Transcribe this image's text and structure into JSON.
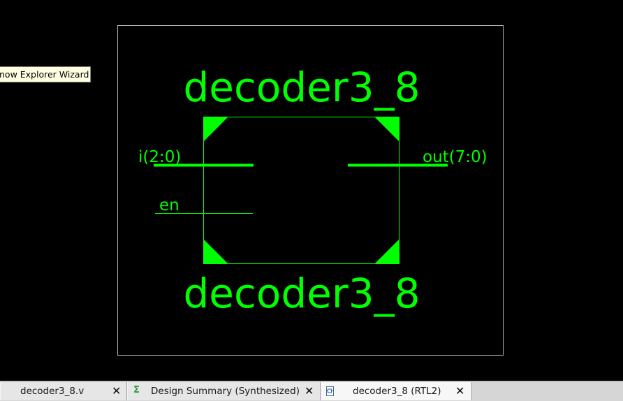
{
  "tooltip": {
    "text": "now Explorer Wizard"
  },
  "schematic": {
    "module_name_top": "decoder3_8",
    "module_name_bottom": "decoder3_8",
    "input_bus": "i(2:0)",
    "input_enable": "en",
    "output_bus": "out(7:0)",
    "colors": {
      "symbol": "#00ff00",
      "frame": "#b0b0b0",
      "background": "#000000"
    }
  },
  "tabs": [
    {
      "label": "decoder3_8.v",
      "icon": "verilog-file-icon",
      "close": "✕"
    },
    {
      "label": "Design Summary (Synthesized)",
      "icon": "sigma-summary-icon",
      "close": "✕"
    },
    {
      "label": "decoder3_8 (RTL2)",
      "icon": "schematic-document-icon",
      "close": "✕"
    }
  ]
}
